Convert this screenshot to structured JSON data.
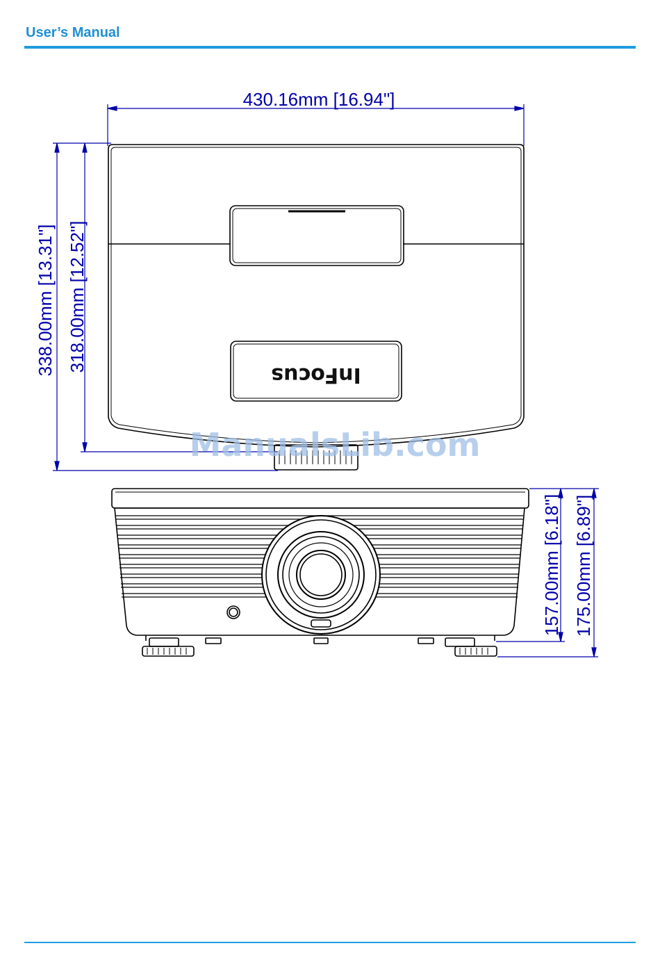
{
  "header": {
    "title": "User’s Manual"
  },
  "dimensions": {
    "width": "430.16mm [16.94\"]",
    "depth_total": "338.00mm [13.31\"]",
    "depth_body": "318.00mm [12.52\"]",
    "height_body": "157.00mm [6.18\"]",
    "height_total": "175.00mm [6.89\"]"
  },
  "logo": {
    "text": "InFocus"
  },
  "watermark": {
    "text": "ManualsLib.com"
  },
  "colors": {
    "accent": "#1f9be0",
    "dimension_lines": "#0000aa"
  }
}
